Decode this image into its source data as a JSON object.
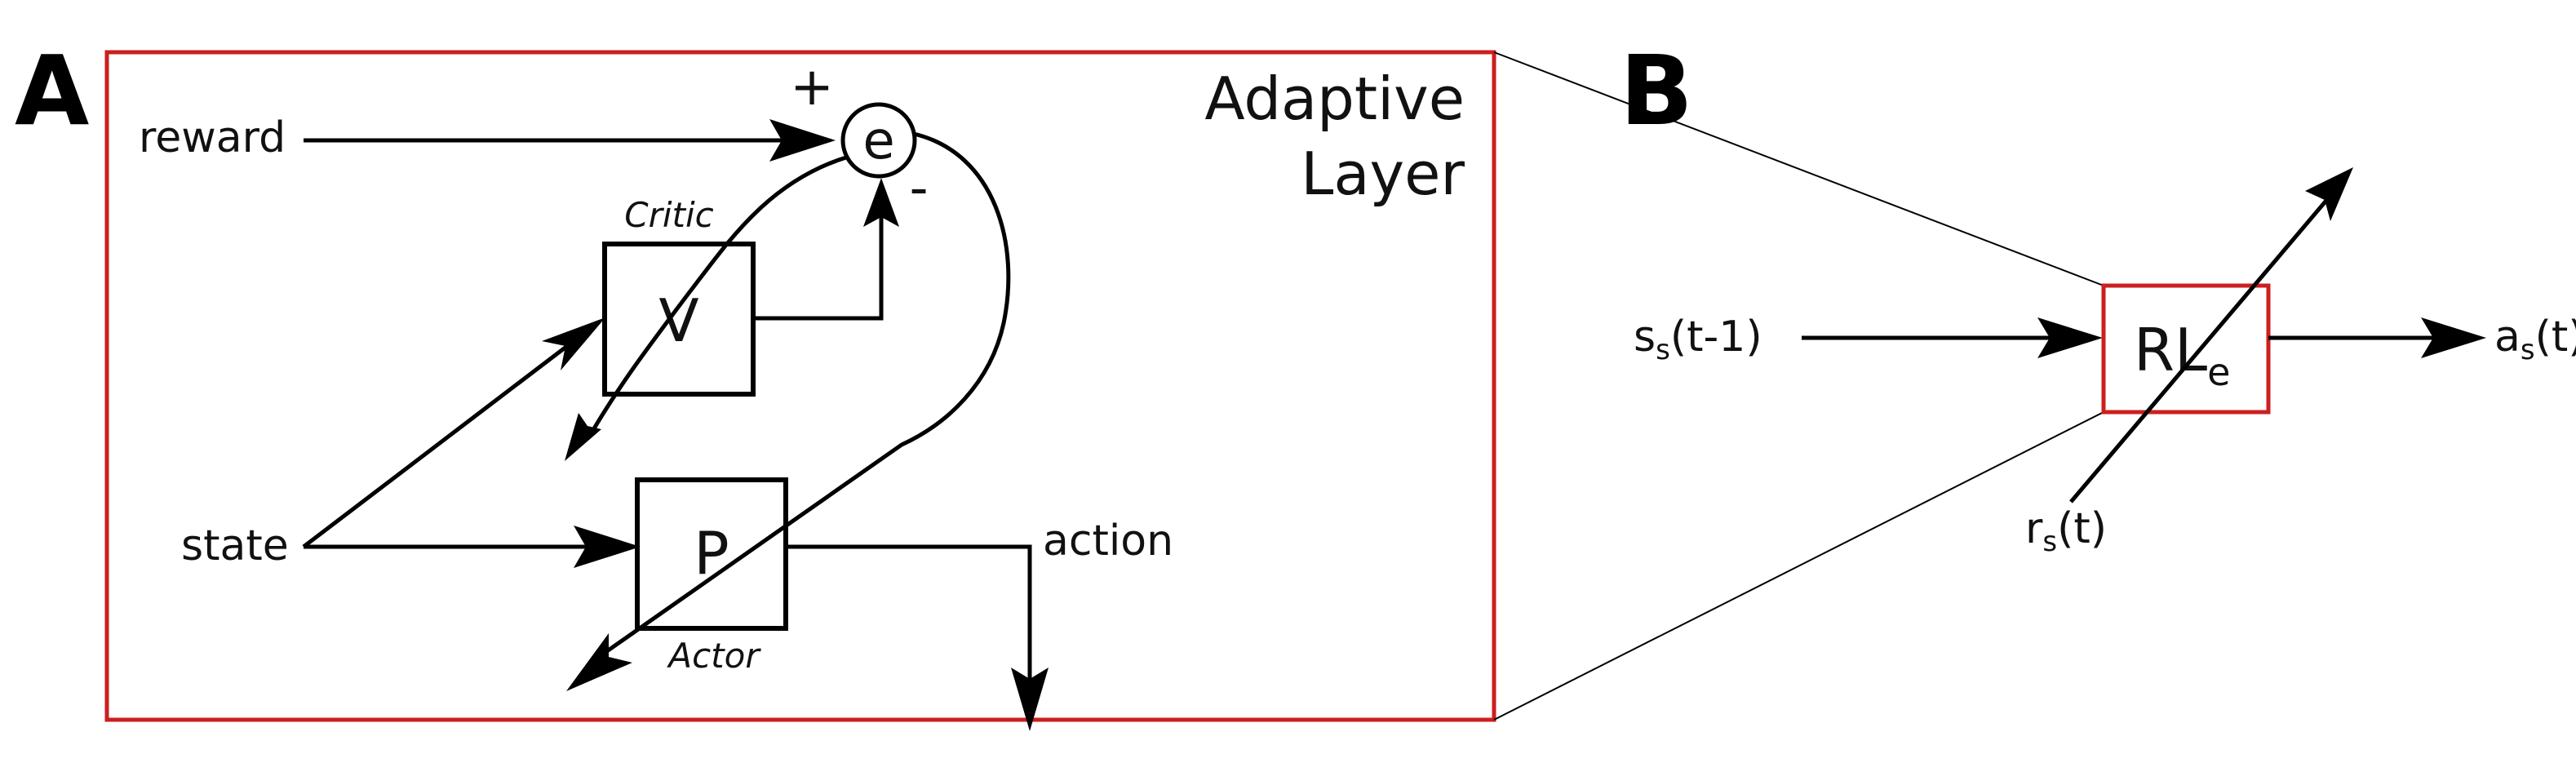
{
  "panel_a": {
    "letter": "A",
    "title_line1": "Adaptive",
    "title_line2": "Layer",
    "inputs": {
      "reward": "reward",
      "state": "state"
    },
    "output": {
      "action": "action"
    },
    "error_node": {
      "symbol": "e",
      "plus": "+",
      "minus": "-"
    },
    "critic": {
      "label": "Critic",
      "symbol": "V"
    },
    "actor": {
      "label": "Actor",
      "symbol": "P"
    }
  },
  "panel_b": {
    "letter": "B",
    "block": {
      "main": "RL",
      "sub": "e"
    },
    "input": {
      "main": "s",
      "sub": "s",
      "arg": "(t-1)"
    },
    "output": {
      "main": "a",
      "sub": "s",
      "arg": "(t)"
    },
    "signal": {
      "main": "r",
      "sub": "s",
      "arg": "(t)"
    }
  },
  "colors": {
    "frame": "#cc1f1f",
    "ink": "#000000"
  }
}
